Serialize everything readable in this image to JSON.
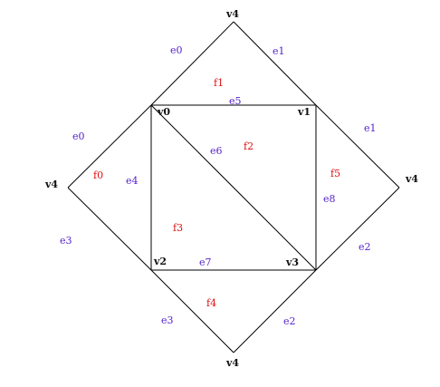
{
  "colors": {
    "lines": "#000000",
    "vertex_labels": "#111111",
    "edge_labels": "#5522cc",
    "face_labels": "#dd1111"
  },
  "vertex_labels": {
    "v0": "v0",
    "v1": "v1",
    "v2": "v2",
    "v3": "v3",
    "v4_top": "v4",
    "v4_left": "v4",
    "v4_right": "v4",
    "v4_bottom": "v4"
  },
  "edge_labels": {
    "e0_top": "e0",
    "e1_top": "e1",
    "e0_left": "e0",
    "e1_right": "e1",
    "e5": "e5",
    "e6": "e6",
    "e4": "e4",
    "e8": "e8",
    "e3_left": "e3",
    "e2_right": "e2",
    "e7": "e7",
    "e3_bottom": "e3",
    "e2_bottom": "e2"
  },
  "face_labels": {
    "f0": "f0",
    "f1": "f1",
    "f2": "f2",
    "f3": "f3",
    "f4": "f4",
    "f5": "f5"
  }
}
